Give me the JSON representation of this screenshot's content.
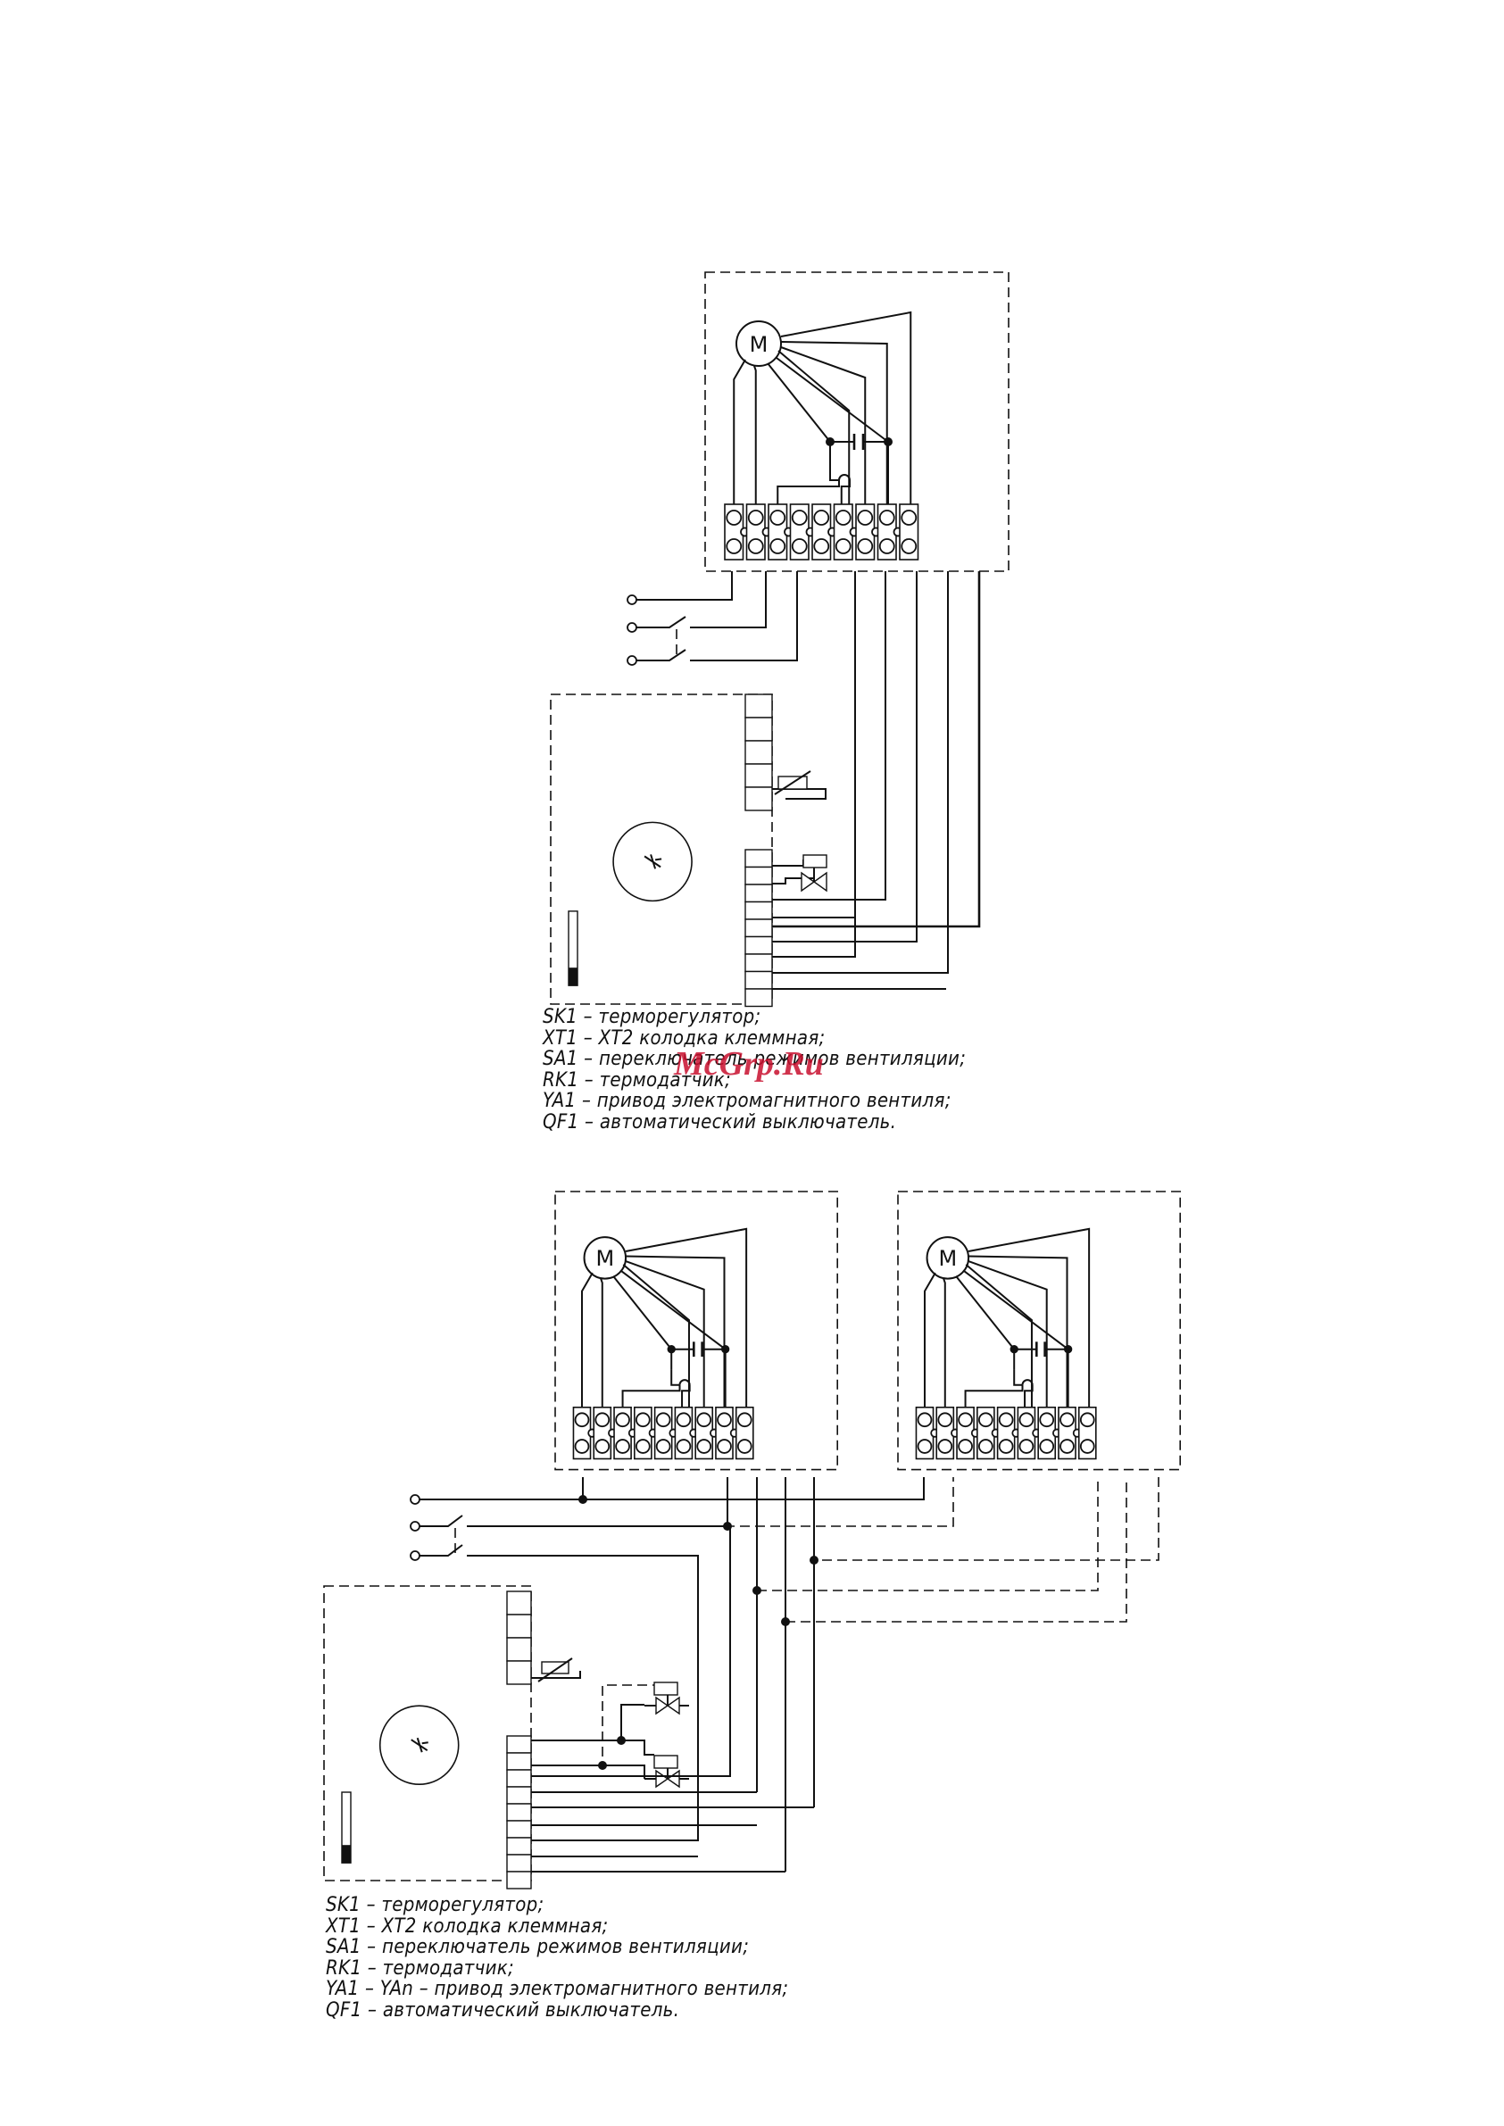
{
  "motor_label": "M",
  "diagram_top": {
    "legend": [
      "SK1 – терморегулятор;",
      "XT1 – XT2 колодка клеммная;",
      "SA1 – переключатель режимов вентиляции;",
      "RK1 – термодатчик;",
      "YA1 – привод электромагнитного вентиля;",
      "QF1 – автоматический выключатель."
    ]
  },
  "diagram_bottom": {
    "legend": [
      "SK1 – терморегулятор;",
      "XT1 – XT2 колодка клеммная;",
      "SA1 – переключатель режимов вентиляции;",
      "RK1 – термодатчик;",
      "YA1 – YAn – привод электромагнитного вентиля;",
      "QF1 – автоматический выключатель."
    ]
  },
  "watermark": "McGrp.Ru",
  "colors": {
    "line": "#111111",
    "watermark": "#c8102e",
    "background": "#ffffff"
  }
}
